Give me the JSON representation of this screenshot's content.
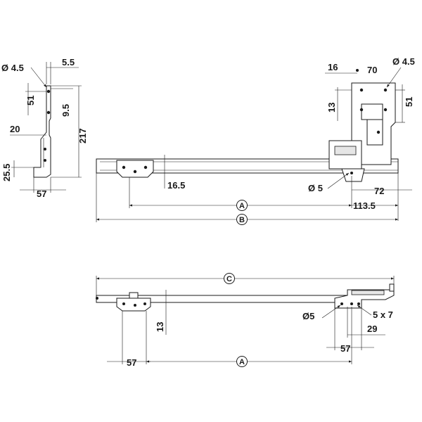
{
  "side_view": {
    "hole_diameter": "Ø 4.5",
    "offset_top": "5.5",
    "height_upper": "51",
    "offset_mid": "9.5",
    "total_height": "217",
    "bracket_depth": "20",
    "lower_height": "25.5",
    "base_width": "57"
  },
  "top_view": {
    "left_offset": "16",
    "bracket_width": "70",
    "hole_diameter": "Ø 4.5",
    "height_13": "13",
    "height_51": "51",
    "rail_offset": "16.5",
    "hole_5": "Ø 5",
    "offset_72": "72",
    "offset_113": "113.5",
    "label_A": "A",
    "label_B": "B"
  },
  "front_view": {
    "label_C": "C",
    "hole_5": "Ø5",
    "slot": "5 x 7",
    "height_13": "13",
    "offset_29": "29",
    "width_57_right": "57",
    "width_57_left": "57",
    "label_A": "A"
  }
}
